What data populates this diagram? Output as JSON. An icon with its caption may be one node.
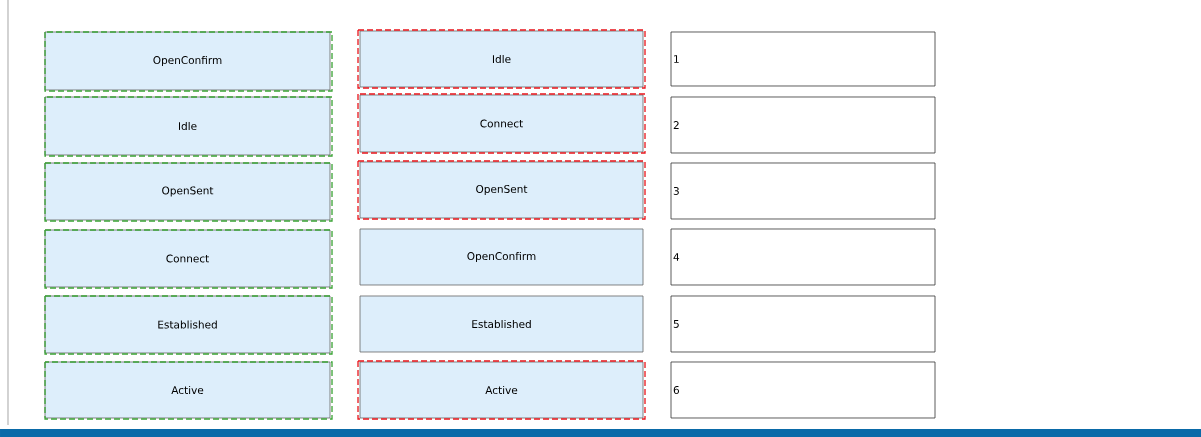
{
  "diagram": {
    "nodes": [
      {
        "text": [
          "OpenConfirm"
        ]
      },
      {
        "text": [
          "Idle"
        ]
      },
      {
        "text": [
          "OpenSent"
        ]
      },
      {
        "text": [
          "Connect"
        ]
      },
      {
        "text": [
          "Established"
        ]
      },
      {
        "text": [
          "Active"
        ]
      },
      {
        "text": [
          "Idle"
        ]
      },
      {
        "text": [
          "Connect"
        ]
      },
      {
        "text": [
          "OpenSent"
        ]
      },
      {
        "text": [
          "OpenConfirm"
        ]
      },
      {
        "text": [
          "Established"
        ]
      },
      {
        "text": [
          "Active"
        ]
      },
      {
        "text": [
          "1"
        ]
      },
      {
        "text": [
          "2"
        ]
      },
      {
        "text": [
          "3"
        ]
      },
      {
        "text": [
          "4"
        ]
      },
      {
        "text": [
          "5"
        ]
      },
      {
        "text": [
          "6"
        ]
      }
    ]
  }
}
